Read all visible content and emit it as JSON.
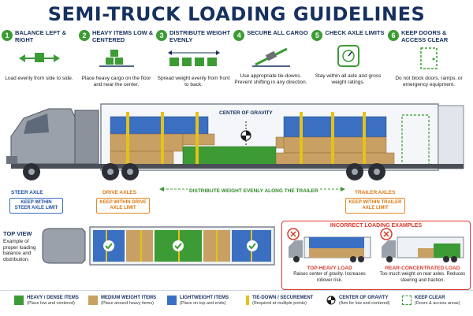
{
  "title": "SEMI-TRUCK LOADING GUIDELINES",
  "steps": [
    {
      "num": "1",
      "label": "BALANCE LEFT & RIGHT",
      "desc": "Load evenly from side to side.",
      "icon": "balance-arrows-icon"
    },
    {
      "num": "2",
      "label": "HEAVY ITEMS LOW & CENTERED",
      "desc": "Place heavy cargo on the floor and near the center.",
      "icon": "stacked-boxes-icon"
    },
    {
      "num": "3",
      "label": "DISTRIBUTE WEIGHT EVENLY",
      "desc": "Spread weight evenly from front to back.",
      "icon": "even-distribution-icon"
    },
    {
      "num": "4",
      "label": "SECURE ALL CARGO",
      "desc": "Use appropriate tie-downs. Prevent shifting in any direction.",
      "icon": "tie-down-icon"
    },
    {
      "num": "5",
      "label": "CHECK AXLE LIMITS",
      "desc": "Stay within all axle and gross weight ratings.",
      "icon": "scale-gauge-icon"
    },
    {
      "num": "6",
      "label": "KEEP DOORS & ACCESS CLEAR",
      "desc": "Do not block doors, ramps, or emergency equipment.",
      "icon": "door-icon"
    }
  ],
  "diagram": {
    "center_of_gravity": "CENTER OF GRAVITY",
    "distribute_label": "DISTRIBUTE WEIGHT EVENLY ALONG THE TRAILER",
    "steer_axle": "STEER AXLE",
    "steer_limit": "KEEP WITHIN STEER AXLE LIMIT",
    "drive_axles": "DRIVE AXLES",
    "drive_limit": "KEEP WITHIN DRIVE AXLE LIMIT",
    "trailer_axles": "TRAILER AXLES",
    "trailer_limit": "KEEP WITHIN TRAILER AXLE LIMIT"
  },
  "top_view": {
    "title": "TOP VIEW",
    "desc": "Example of proper loading balance and distribution."
  },
  "incorrect": {
    "title": "INCORRECT LOADING EXAMPLES",
    "examples": [
      {
        "title": "TOP-HEAVY LOAD",
        "desc": "Raises center of gravity. Increases rollover risk."
      },
      {
        "title": "REAR-CONCENTRATED LOAD",
        "desc": "Too much weight on rear axles. Reduces steering and traction."
      }
    ]
  },
  "legend": [
    {
      "title": "HEAVY / DENSE ITEMS",
      "sub": "(Place low and centered)",
      "color": "#3d9b35"
    },
    {
      "title": "MEDIUM WEIGHT ITEMS",
      "sub": "(Place around heavy items)",
      "color": "#c9a063"
    },
    {
      "title": "LIGHTWEIGHT ITEMS",
      "sub": "(Place on top and ends)",
      "color": "#3a6fc2"
    },
    {
      "title": "TIE-DOWN / SECUREMENT",
      "sub": "(Required at multiple points)",
      "color": "#e3c21b"
    },
    {
      "title": "CENTER OF GRAVITY",
      "sub": "(Aim for low and centered)",
      "color": "#1a1a1a"
    },
    {
      "title": "KEEP CLEAR",
      "sub": "(Doors & access areas)",
      "color": "#3d9b35"
    }
  ],
  "colors": {
    "navy": "#16305f",
    "heavy": "#3d9b35",
    "medium": "#c9a063",
    "light": "#3a6fc2",
    "strap": "#e3c21b",
    "warning": "#d93a2b",
    "axle": "#e48a22"
  }
}
